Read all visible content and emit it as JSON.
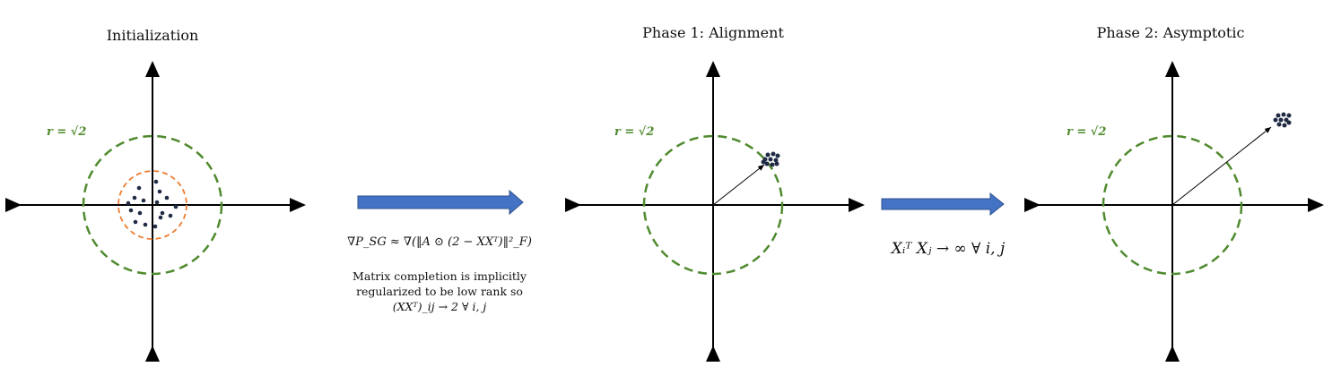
{
  "panels": {
    "init": {
      "title": "Initialization",
      "radius_label": "r = √2"
    },
    "phase1": {
      "title": "Phase 1: Alignment",
      "radius_label": "r = √2"
    },
    "phase2": {
      "title": "Phase 2: Asymptotic",
      "radius_label": "r = √2"
    }
  },
  "transition1": {
    "formula": "∇P_SG ≈ ∇(‖A ⊙ (2 − XXᵀ)‖²_F)",
    "caption_line1": "Matrix completion is implicitly",
    "caption_line2": "regularized to be low rank so",
    "caption_line3": "(XXᵀ)_ij → 2 ∀ i, j"
  },
  "transition2": {
    "formula": "Xᵢᵀ Xⱼ → ∞ ∀ i, j"
  },
  "colors": {
    "outer_circle": "#4f8a2e",
    "inner_circle": "#ed7d31",
    "arrow_fill": "#4472c4",
    "dots": "#1f2a44"
  }
}
